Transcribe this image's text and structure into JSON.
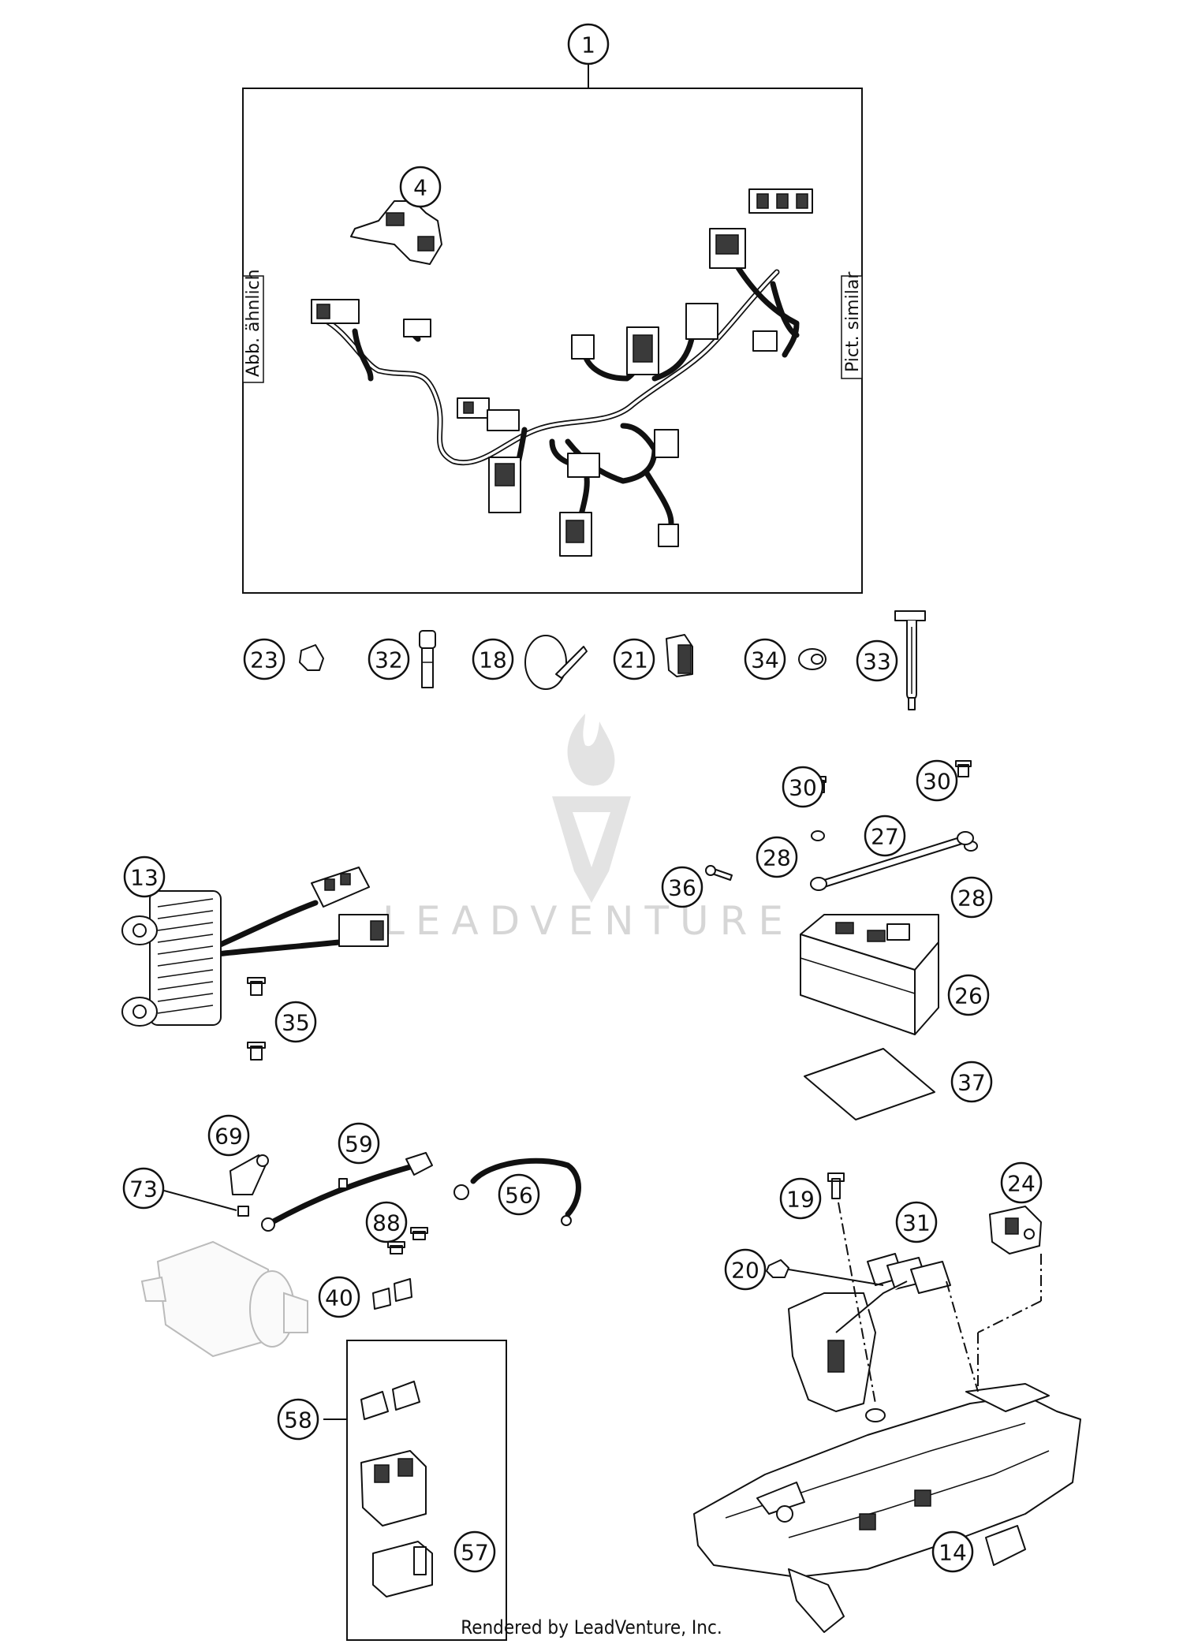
{
  "diagram": {
    "box_label_left": "Abb. ähnlich",
    "box_label_right": "Pict. similar",
    "watermark": "LEADVENTURE",
    "footer": "Rendered by LeadVenture, Inc."
  },
  "callouts": [
    {
      "id": "c1",
      "label": "1"
    },
    {
      "id": "c4",
      "label": "4"
    },
    {
      "id": "c23",
      "label": "23"
    },
    {
      "id": "c32",
      "label": "32"
    },
    {
      "id": "c18",
      "label": "18"
    },
    {
      "id": "c21",
      "label": "21"
    },
    {
      "id": "c34",
      "label": "34"
    },
    {
      "id": "c33",
      "label": "33"
    },
    {
      "id": "c30a",
      "label": "30"
    },
    {
      "id": "c30b",
      "label": "30"
    },
    {
      "id": "c27",
      "label": "27"
    },
    {
      "id": "c28a",
      "label": "28"
    },
    {
      "id": "c28b",
      "label": "28"
    },
    {
      "id": "c36",
      "label": "36"
    },
    {
      "id": "c13",
      "label": "13"
    },
    {
      "id": "c35",
      "label": "35"
    },
    {
      "id": "c26",
      "label": "26"
    },
    {
      "id": "c37",
      "label": "37"
    },
    {
      "id": "c69",
      "label": "69"
    },
    {
      "id": "c59",
      "label": "59"
    },
    {
      "id": "c73",
      "label": "73"
    },
    {
      "id": "c56",
      "label": "56"
    },
    {
      "id": "c88",
      "label": "88"
    },
    {
      "id": "c40",
      "label": "40"
    },
    {
      "id": "c58",
      "label": "58"
    },
    {
      "id": "c57",
      "label": "57"
    },
    {
      "id": "c19",
      "label": "19"
    },
    {
      "id": "c31",
      "label": "31"
    },
    {
      "id": "c24",
      "label": "24"
    },
    {
      "id": "c20",
      "label": "20"
    },
    {
      "id": "c14",
      "label": "14"
    }
  ]
}
